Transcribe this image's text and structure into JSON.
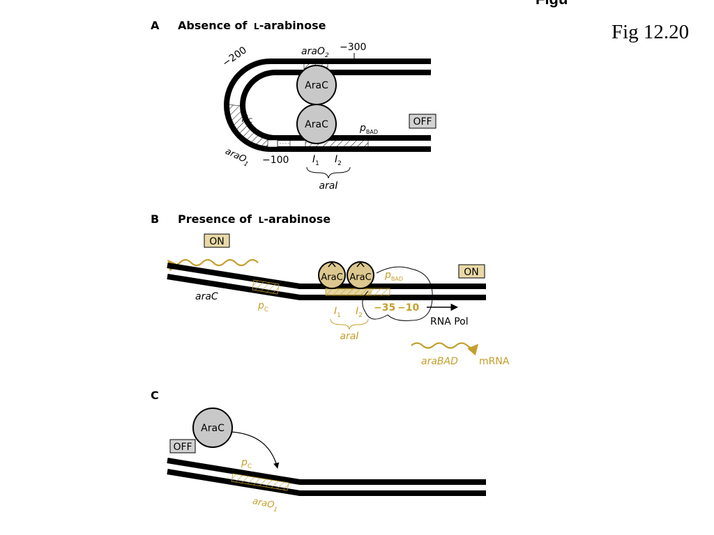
{
  "figure_label": "Fig 12.20",
  "top_partial_text": "Figu",
  "colors": {
    "dna": "#000000",
    "arac_fill": "#c8c8c8",
    "arac_active_fill": "#dcc88e",
    "accent_gold": "#c39f2c",
    "off_fill": "#d2d2d2",
    "on_fill": "#e8d9a6"
  },
  "panel_a": {
    "letter": "A",
    "title": "Absence of",
    "sugar_prefix": "L",
    "sugar": "-arabinose",
    "araO2": "araO",
    "araO2_sub": "2",
    "pos_300": "−300",
    "pos_200": "−200",
    "pos_100": "−100",
    "pc": "p",
    "pc_sub": "C",
    "araO1": "araO",
    "araO1_sub": "1",
    "arac_top": "AraC",
    "arac_bottom": "AraC",
    "pbad": "p",
    "pbad_sub": "BAD",
    "state": "OFF",
    "i1": "I",
    "i1_sub": "1",
    "i2": "I",
    "i2_sub": "2",
    "aral": "araI"
  },
  "panel_b": {
    "letter": "B",
    "title": "Presence of",
    "sugar_prefix": "L",
    "sugar": "-arabinose",
    "state_left": "ON",
    "state_right": "ON",
    "araC": "araC",
    "pc": "p",
    "pc_sub": "C",
    "arac_1": "AraC",
    "arac_2": "AraC",
    "pbad": "p",
    "pbad_sub": "BAD",
    "i1": "I",
    "i1_sub": "1",
    "i2": "I",
    "i2_sub": "2",
    "aral": "araI",
    "minus35": "−35",
    "minus10": "−10",
    "rna_pol": "RNA Pol",
    "araBAD": "araBAD",
    "mrna": "mRNA"
  },
  "panel_c": {
    "letter": "C",
    "arac": "AraC",
    "state": "OFF",
    "pc": "p",
    "pc_sub": "C",
    "araO1": "araO",
    "araO1_sub": "1"
  }
}
